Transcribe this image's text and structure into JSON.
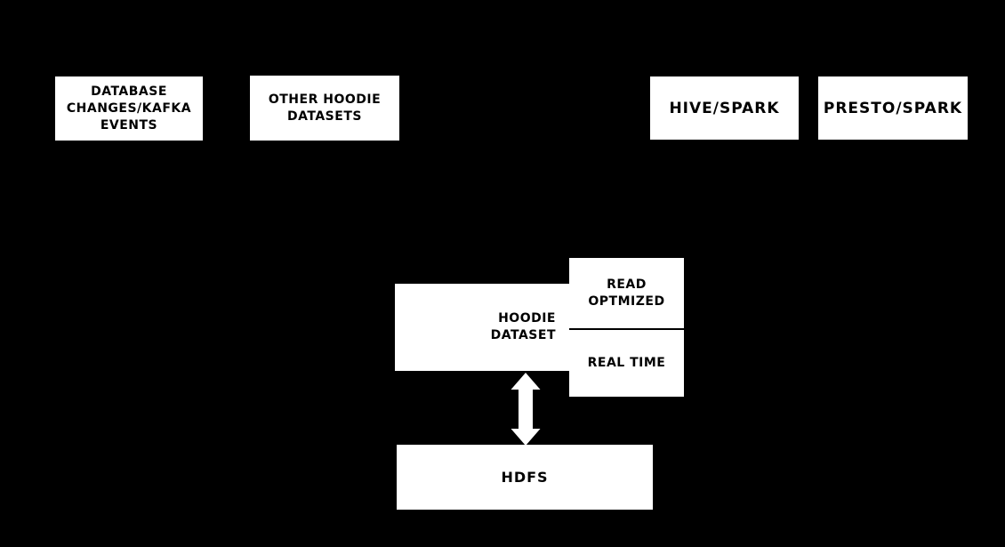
{
  "colors": {
    "background": "#000000",
    "node_fill": "#ffffff",
    "node_text": "#000000",
    "arrow": "#ffffff"
  },
  "nodes": {
    "database_changes": {
      "label": "DATABASE\nCHANGES/KAFKA\nEVENTS"
    },
    "other_hoodie_datasets": {
      "label": "OTHER HOODIE\nDATASETS"
    },
    "hive_spark": {
      "label": "HIVE/SPARK"
    },
    "presto_spark": {
      "label": "PRESTO/SPARK"
    },
    "hoodie_dataset": {
      "label": "HOODIE\nDATASET"
    },
    "read_optimized": {
      "label": "READ\nOPTMIZED"
    },
    "real_time": {
      "label": "REAL TIME"
    },
    "hdfs": {
      "label": "HDFS"
    }
  },
  "connectors": {
    "hoodie_dataset_hdfs": {
      "type": "double_headed_arrow",
      "orientation": "vertical",
      "from": "hoodie_dataset",
      "to": "hdfs"
    }
  }
}
